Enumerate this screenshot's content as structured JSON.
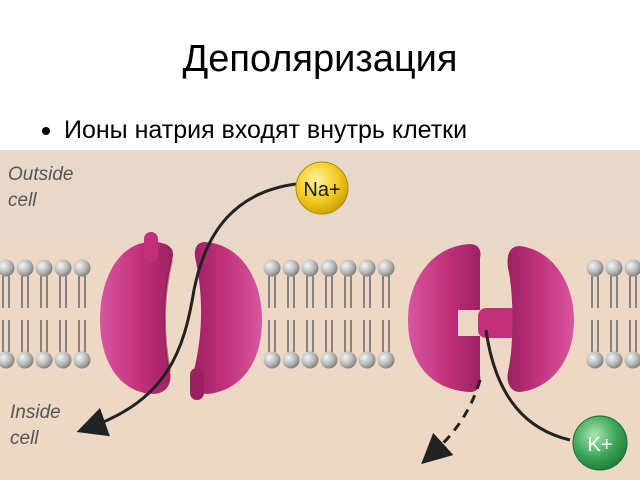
{
  "slide": {
    "title": "Деполяризация",
    "bullet": "Ионы натрия входят внутрь клетки"
  },
  "diagram": {
    "outside_label_line1": "Outside",
    "outside_label_line2": "cell",
    "inside_label_line1": "Inside",
    "inside_label_line2": "cell",
    "sodium_ion": "Na+",
    "potassium_ion": "K+",
    "colors": {
      "background": "#ecd8c4",
      "channel": "#c2307a",
      "channel_dark": "#8e1f58",
      "lipid_head": "#b9b9b9",
      "sodium": "#f2c81e",
      "potassium": "#3aa457"
    },
    "icons": [
      "sodium-ion-icon",
      "potassium-ion-icon",
      "sodium-channel-icon",
      "potassium-channel-icon",
      "flow-arrow-icon"
    ]
  }
}
